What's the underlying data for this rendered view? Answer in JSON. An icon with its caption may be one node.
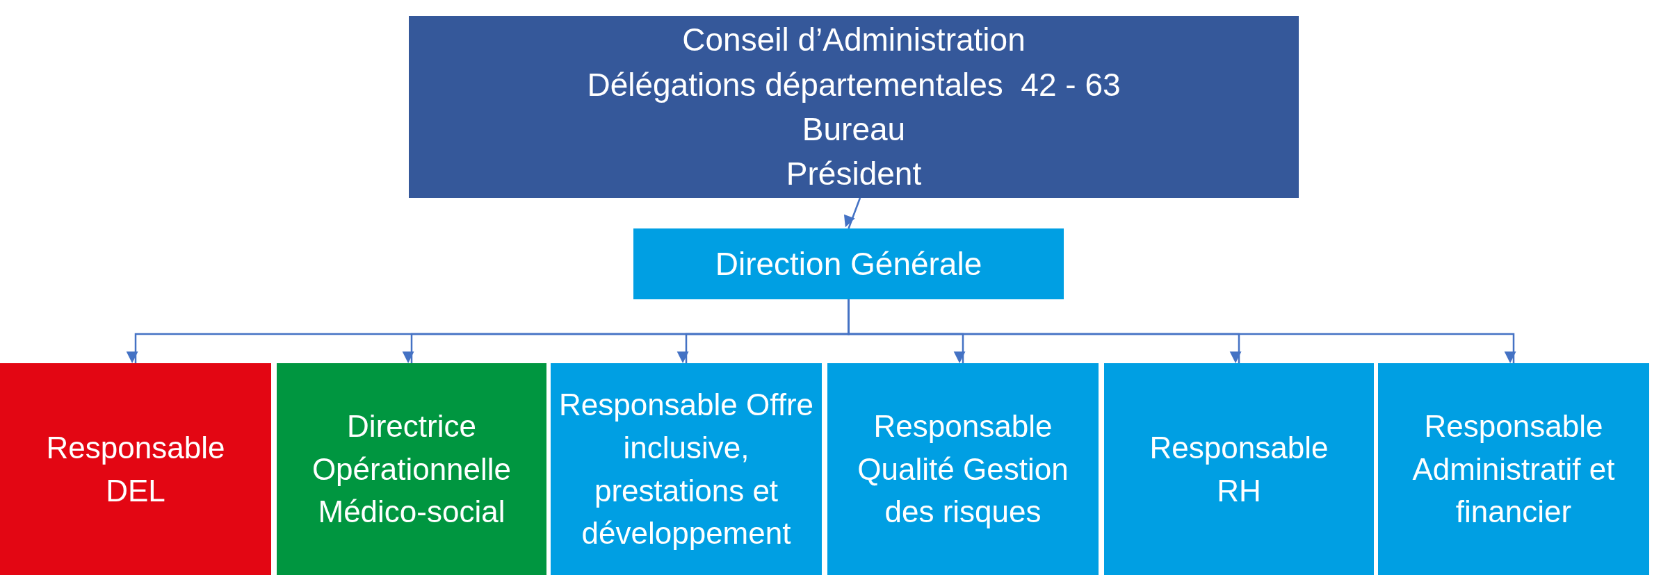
{
  "diagram": {
    "nodes": [
      {
        "text": [
          "Conseil d’Administration",
          "Délégations départementales  42 - 63",
          "Bureau",
          "Président"
        ]
      },
      {
        "text": [
          "Direction Générale"
        ]
      },
      {
        "text": [
          "Responsable DEL"
        ]
      },
      {
        "text": [
          "Directrice Opérationnelle Médico-social"
        ]
      },
      {
        "text": [
          "Responsable Offre inclusive, prestations et développement"
        ]
      },
      {
        "text": [
          "Responsable Qualité Gestion des risques"
        ]
      },
      {
        "text": [
          "Responsable RH"
        ]
      },
      {
        "text": [
          "Responsable Administratif et financier"
        ]
      }
    ],
    "edges": [
      {
        "from": 0,
        "to": 1,
        "arrow": "to"
      },
      {
        "from": 1,
        "to": 2,
        "arrow": "to"
      },
      {
        "from": 1,
        "to": 3,
        "arrow": "to"
      },
      {
        "from": 1,
        "to": 4,
        "arrow": "to"
      },
      {
        "from": 1,
        "to": 5,
        "arrow": "to"
      },
      {
        "from": 1,
        "to": 6,
        "arrow": "to"
      },
      {
        "from": 1,
        "to": 7,
        "arrow": "to"
      }
    ]
  }
}
